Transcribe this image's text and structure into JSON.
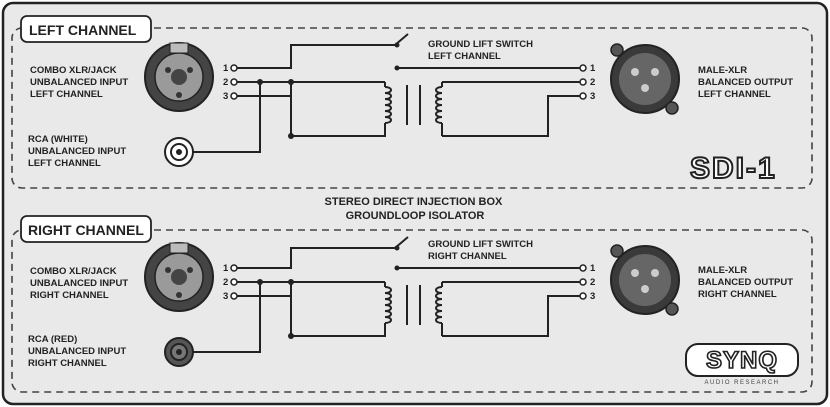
{
  "left": {
    "tag": "LEFT CHANNEL",
    "combo_lines": [
      "COMBO XLR/JACK",
      "UNBALANCED INPUT",
      "LEFT CHANNEL"
    ],
    "rca_lines": [
      "RCA (WHITE)",
      "UNBALANCED INPUT",
      "LEFT CHANNEL"
    ],
    "ground_lines": [
      "GROUND LIFT SWITCH",
      "LEFT CHANNEL"
    ],
    "xlr_lines": [
      "MALE-XLR",
      "BALANCED OUTPUT",
      "LEFT CHANNEL"
    ],
    "pins_in": [
      "1",
      "2",
      "3"
    ],
    "pins_out": [
      "1",
      "2",
      "3"
    ]
  },
  "right": {
    "tag": "RIGHT CHANNEL",
    "combo_lines": [
      "COMBO XLR/JACK",
      "UNBALANCED INPUT",
      "RIGHT CHANNEL"
    ],
    "rca_lines": [
      "RCA (RED)",
      "UNBALANCED INPUT",
      "RIGHT CHANNEL"
    ],
    "ground_lines": [
      "GROUND LIFT SWITCH",
      "RIGHT CHANNEL"
    ],
    "xlr_lines": [
      "MALE-XLR",
      "BALANCED OUTPUT",
      "RIGHT CHANNEL"
    ],
    "pins_in": [
      "1",
      "2",
      "3"
    ],
    "pins_out": [
      "1",
      "2",
      "3"
    ]
  },
  "center_lines": [
    "STEREO DIRECT INJECTION BOX",
    "GROUNDLOOP ISOLATOR"
  ],
  "model": "SDI-1",
  "brand": "SYNQ",
  "brand_sub": "AUDIO RESEARCH"
}
